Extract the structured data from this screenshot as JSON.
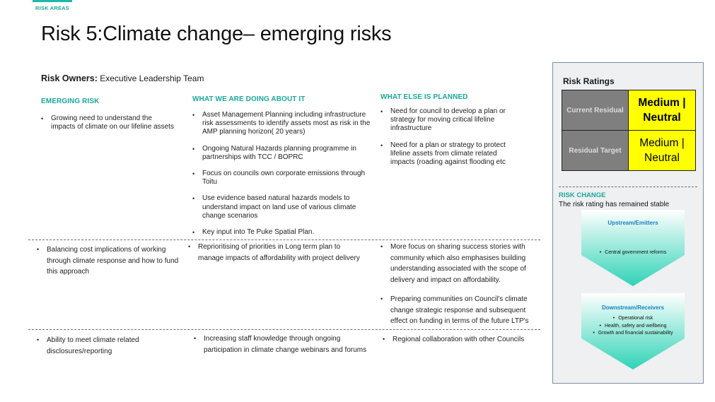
{
  "header": {
    "section_tag": "RISK AREAS",
    "title": "Risk 5:Climate change– emerging risks"
  },
  "owners": {
    "label": "Risk Owners:",
    "value": "Executive Leadership Team"
  },
  "columns": {
    "emerging": "EMERGING RISK",
    "doing": "WHAT WE ARE DOING ABOUT IT",
    "planned": "WHAT ELSE IS PLANNED"
  },
  "rows": [
    {
      "emerging": [
        "Growing need to understand the impacts of climate on our lifeline assets"
      ],
      "doing": [
        "Asset Management Planning including infrastructure risk assessments to identify assets most as risk in the AMP planning horizon( 20 years)",
        "Ongoing Natural Hazards planning programme in partnerships with TCC / BOPRC",
        "Focus on councils own corporate emissions through Toitu",
        "Use evidence based natural hazards models to understand impact on land use of various climate change scenarios",
        "Key input into Te Puke Spatial Plan."
      ],
      "planned": [
        "Need for council to develop a plan or strategy for moving critical lifeline infrastructure",
        "Need for a plan or strategy to protect lifeline assets from climate related impacts (roading against flooding etc"
      ]
    },
    {
      "emerging": [
        "Balancing cost implications of working through climate response and how to fund this approach"
      ],
      "doing": [
        "Reprioritising of priorities in Long term plan to manage impacts of affordability with project delivery"
      ],
      "planned": [
        "More focus on sharing success stories with community which also emphasises building understanding associated with the scope of delivery and impact on affordability.",
        "Preparing communities on Council's climate change strategic response and subsequent effect on funding in terms of the future LTP's"
      ]
    },
    {
      "emerging": [
        "Ability to meet climate related disclosures/reporting"
      ],
      "doing": [
        "Increasing staff knowledge through ongoing participation in climate change webinars and forums"
      ],
      "planned": [
        "Regional collaboration with other Councils"
      ]
    }
  ],
  "ratings": {
    "title": "Risk Ratings",
    "current_label": "Current Residual",
    "current_value": "Medium | Neutral",
    "target_label": "Residual Target",
    "target_value": "Medium | Neutral",
    "label_color": "#7f7f7f",
    "value_color": "#ffff00"
  },
  "risk_change": {
    "heading": "RISK CHANGE",
    "text": "The risk rating has remained stable"
  },
  "upstream": {
    "title": "Upstream/Emitters",
    "items": [
      "Central government reforms"
    ]
  },
  "downstream": {
    "title": "Downstream/Receivers",
    "items": [
      "Operational risk",
      "Health, safety and wellbeing",
      "Growth and financial sustainability"
    ]
  },
  "colors": {
    "accent_teal": "#1aa89a",
    "arrow_title_blue": "#1a7fc4"
  }
}
